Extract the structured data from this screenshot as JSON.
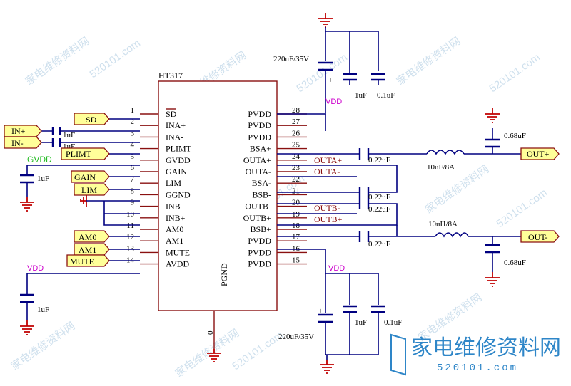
{
  "chip": {
    "name": "HT317",
    "ground_pin": "PGND",
    "ground_pin_number": "0",
    "left_pins": [
      {
        "num": "1",
        "name": "SD"
      },
      {
        "num": "2",
        "name": "INA+"
      },
      {
        "num": "3",
        "name": "INA-"
      },
      {
        "num": "4",
        "name": "PLIMT"
      },
      {
        "num": "5",
        "name": "GVDD"
      },
      {
        "num": "6",
        "name": "GAIN"
      },
      {
        "num": "7",
        "name": "LIM"
      },
      {
        "num": "8",
        "name": "GGND"
      },
      {
        "num": "9",
        "name": "INB-"
      },
      {
        "num": "10",
        "name": "INB+"
      },
      {
        "num": "11",
        "name": "AM0"
      },
      {
        "num": "12",
        "name": "AM1"
      },
      {
        "num": "13",
        "name": "MUTE"
      },
      {
        "num": "14",
        "name": "AVDD"
      }
    ],
    "right_pins": [
      {
        "num": "28",
        "name": "PVDD"
      },
      {
        "num": "27",
        "name": "PVDD"
      },
      {
        "num": "26",
        "name": "PVDD"
      },
      {
        "num": "25",
        "name": "BSA+"
      },
      {
        "num": "24",
        "name": "OUTA+"
      },
      {
        "num": "23",
        "name": "OUTA-"
      },
      {
        "num": "22",
        "name": "BSA-"
      },
      {
        "num": "21",
        "name": "BSB-"
      },
      {
        "num": "20",
        "name": "OUTB-"
      },
      {
        "num": "19",
        "name": "OUTB+"
      },
      {
        "num": "18",
        "name": "BSB+"
      },
      {
        "num": "17",
        "name": "PVDD"
      },
      {
        "num": "16",
        "name": "PVDD"
      },
      {
        "num": "15",
        "name": "PVDD"
      }
    ]
  },
  "ports": {
    "sd": "SD",
    "in_plus": "IN+",
    "in_minus": "IN-",
    "plimt": "PLIMT",
    "gain": "GAIN",
    "lim": "LIM",
    "am0": "AM0",
    "am1": "AM1",
    "mute": "MUTE",
    "out_plus": "OUT+",
    "out_minus": "OUT-"
  },
  "nets": {
    "vdd_top": "VDD",
    "vdd_bottom": "VDD",
    "vdd_left": "VDD",
    "gvdd": "GVDD",
    "outa_plus": "OUTA+",
    "outa_minus": "OUTA-",
    "outb_minus": "OUTB-",
    "outb_plus": "OUTB+"
  },
  "components": {
    "cap_bulk_top": "220uF/35V",
    "cap_top_1": "1uF",
    "cap_top_2": "0.1uF",
    "cap_bulk_bottom": "220uF/35V",
    "cap_bot_1": "1uF",
    "cap_bot_2": "0.1uF",
    "cap_in_1": "1uF",
    "cap_in_2": "1uF",
    "cap_gvdd": "1uF",
    "cap_avdd": "1uF",
    "cap_bsa_plus": "0.22uF",
    "cap_bsa_minus": "0.22uF",
    "cap_bsb_minus": "0.22uF",
    "cap_bsb_plus": "0.22uF",
    "inductor_top": "10uF/8A",
    "inductor_bottom": "10uH/8A",
    "cap_out_top": "0.68uF",
    "cap_out_bottom": "0.68uF"
  },
  "watermark": {
    "text": "家电维修资料网",
    "url": "520101.com",
    "brand_url": "520101.com"
  },
  "colors": {
    "wire": "#000080",
    "chip_outline": "#8a1010",
    "ground": "#c00000",
    "vdd_label": "#cc00cc",
    "gvdd_label": "#22bb22",
    "port_fill": "#ffff99",
    "brand": "#2e86c8"
  }
}
